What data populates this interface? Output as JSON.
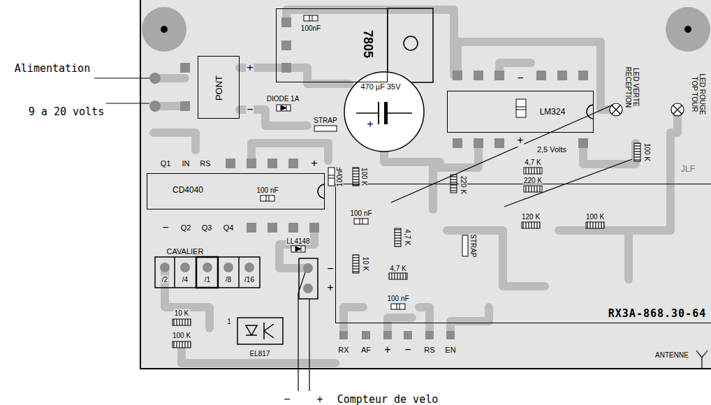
{
  "diagram": {
    "nodes": [
      {
        "text": [
          "PONT"
        ]
      },
      {
        "text": [
          "7805"
        ]
      },
      {
        "text": [
          "LM324"
        ]
      },
      {
        "text": [
          "CD4040"
        ]
      },
      {
        "text": [
          "RX3A-868.30-64"
        ]
      }
    ],
    "labels": [
      "Alimentation",
      "9 a 20 volts",
      "+",
      "−",
      "DIODE 1A",
      "100nF",
      "470 µF 35V",
      "+",
      "STRAP",
      "−",
      "+",
      "2,5 Volts",
      "LED VERTE RECEPTION",
      "LED ROUGE TOP TOUR",
      "100 K",
      "JLF",
      "Q1",
      "IN",
      "RS",
      "+",
      "100 nF",
      "−",
      "Q2",
      "Q3",
      "Q4",
      "100nF",
      "100 K",
      "220 K",
      "4,7 K",
      "220 K",
      "100 nF",
      "4,7 K",
      "10 K",
      "LL4148",
      "120 K",
      "100 K",
      "STRAP",
      "CAVALIER",
      "/2",
      "/4",
      "/1",
      "/8",
      "/16",
      "−",
      "+",
      "4,7 K",
      "100 nF",
      "10 K",
      "100 K",
      "1",
      "EL817",
      "RX",
      "AF",
      "+",
      "−",
      "RS",
      "EN",
      "ANTENNE",
      "−",
      "+",
      "Compteur de velo"
    ]
  }
}
